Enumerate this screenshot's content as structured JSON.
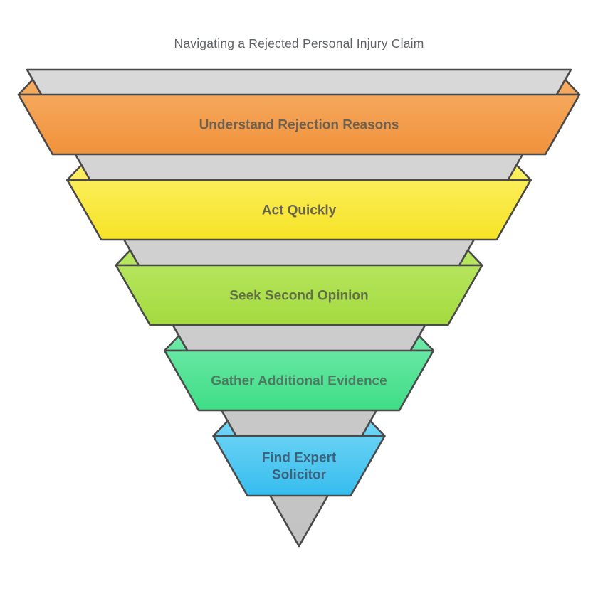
{
  "title": "Navigating a Rejected Personal Injury Claim",
  "title_color": "#5F6368",
  "funnel": {
    "cone_color_top": "#D9D9D9",
    "cone_color_bottom": "#C2C2C2",
    "stroke_color": "#4A4A4A",
    "stages": [
      {
        "label": "Understand Rejection Reasons",
        "lines": [
          "Understand Rejection Reasons"
        ],
        "color_top": "#F7AD63",
        "color_bottom": "#F0923C",
        "text_color": "#6E6150"
      },
      {
        "label": "Act Quickly",
        "lines": [
          "Act Quickly"
        ],
        "color_top": "#FCF065",
        "color_bottom": "#F6E326",
        "text_color": "#696450"
      },
      {
        "label": "Seek Second Opinion",
        "lines": [
          "Seek Second Opinion"
        ],
        "color_top": "#B9E765",
        "color_bottom": "#A4DB3E",
        "text_color": "#627046"
      },
      {
        "label": "Gather Additional Evidence",
        "lines": [
          "Gather Additional Evidence"
        ],
        "color_top": "#6FEAA8",
        "color_bottom": "#3FDD87",
        "text_color": "#4F7A62"
      },
      {
        "label": "Find Expert Solicitor",
        "lines": [
          "Find Expert",
          "Solicitor"
        ],
        "color_top": "#73D6F5",
        "color_bottom": "#36BDEE",
        "text_color": "#3F627C"
      }
    ]
  }
}
